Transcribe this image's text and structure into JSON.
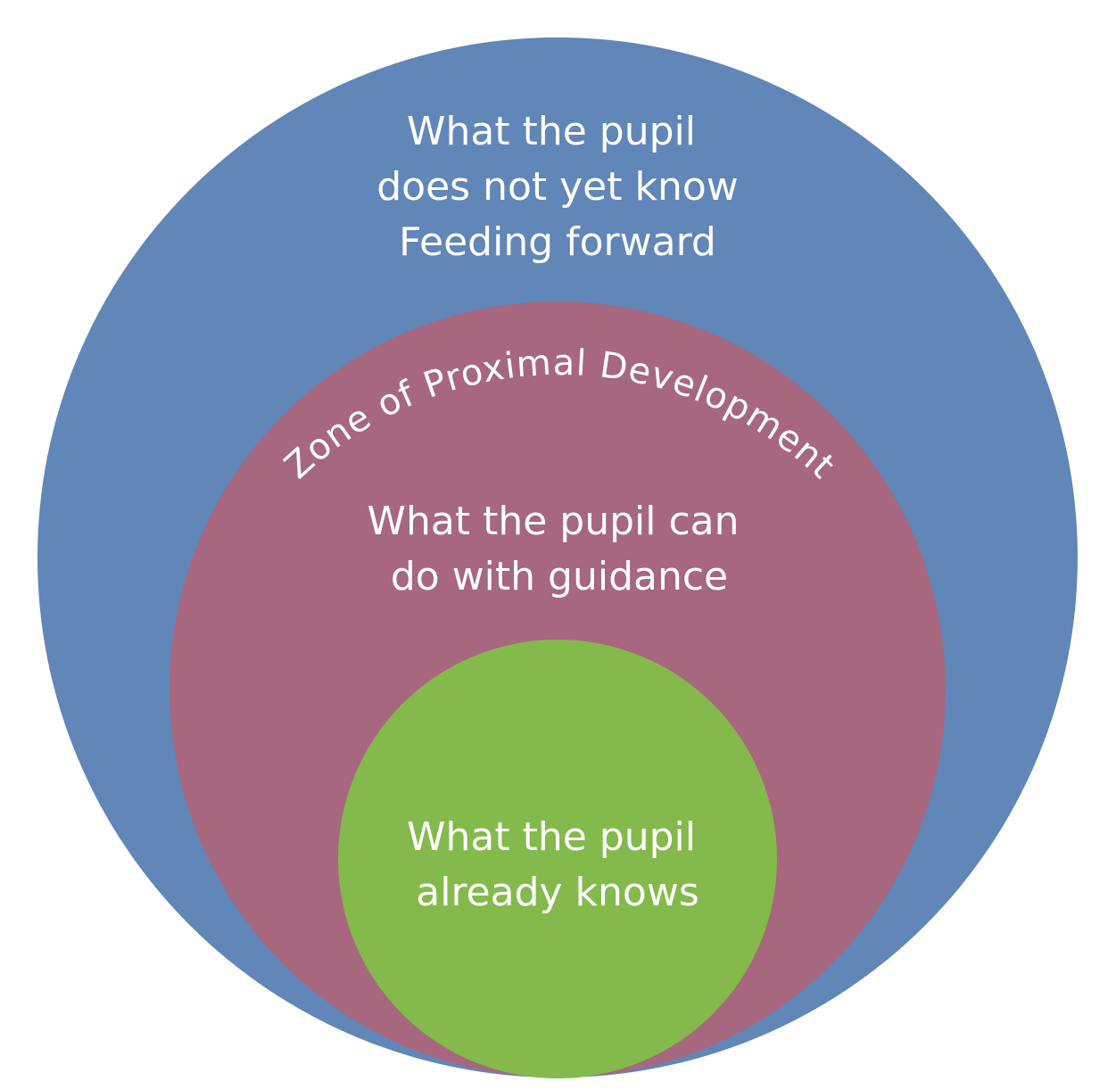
{
  "diagram": {
    "type": "nested-circles",
    "title": "Zone of Proximal Development",
    "circles": [
      {
        "id": "outer",
        "color": "#6186B8",
        "lines": [
          "What the pupil",
          "does not yet know",
          "Feeding forward"
        ]
      },
      {
        "id": "middle",
        "color": "#A6677F",
        "arc_label": "Zone of Proximal Development",
        "lines": [
          "What the pupil can",
          "do with guidance"
        ]
      },
      {
        "id": "inner",
        "color": "#84BA4B",
        "lines": [
          "What the pupil",
          "already knows"
        ]
      }
    ],
    "text_color": "#FFFFFF"
  }
}
